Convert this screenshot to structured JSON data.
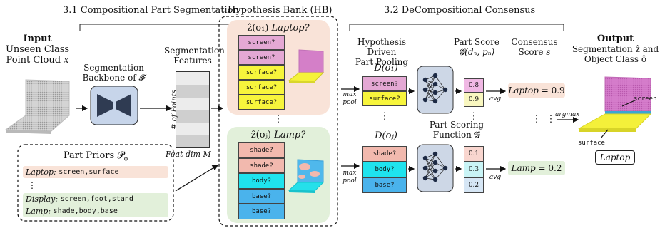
{
  "colors": {
    "pink": "#e4a8d4",
    "yellow": "#f7f53c",
    "salmon": "#f2b9ae",
    "cyan": "#1fe3ee",
    "blue": "#4ab3ec",
    "laptop_bg": "#f9e3d8",
    "lamp_bg": "#e2f0da",
    "backbone": "#c7d5ea",
    "mlp": "#cdd7e6",
    "score_yellow": "#f9f7c0",
    "score_blue": "#d6e6f5"
  },
  "sections": {
    "seg_title": "3.1 Compositional Part Segmentation",
    "bank_title": "Hypothesis Bank (HB)",
    "consensus_title": "3.2 DeCompositional Consensus"
  },
  "input": {
    "title": "Input",
    "line1": "Unseen Class",
    "line2": "Point Cloud",
    "var": "x"
  },
  "backbone": {
    "line1": "Segmentation",
    "line2": "Backbone of",
    "sym": "𝓕"
  },
  "features": {
    "line1": "Segmentation",
    "line2": "Features",
    "yaxis": "# of Points",
    "xaxis": "Feat dim",
    "xvar": "M"
  },
  "priors": {
    "title": "Part Priors",
    "sym": "𝓟",
    "sub": "o",
    "laptop_label": "Laptop:",
    "laptop_parts": "screen,surface",
    "dots": "⋮",
    "display_label": "Display:",
    "display_parts": "screen,foot,stand",
    "lamp_label": "Lamp:",
    "lamp_parts": "shade,body,base"
  },
  "bank": {
    "laptop_hyp": "ẑ(o₁)",
    "laptop_name": "Laptop?",
    "laptop_cells": [
      "screen?",
      "screen?",
      "surface?",
      "surface?",
      "surface?"
    ],
    "dots": "⋮",
    "lamp_hyp": "ẑ(oⱼ)",
    "lamp_name": "Lamp?",
    "lamp_cells": [
      "shade?",
      "shade?",
      "body?",
      "base?",
      "base?"
    ]
  },
  "pooling": {
    "title1": "Hypothesis Driven",
    "title2": "Part Pooling",
    "d1": "D(o₁)",
    "d1_cells": [
      "screen?",
      "surface?"
    ],
    "dots": "⋮",
    "dj": "D(oⱼ)",
    "dj_cells": [
      "shade?",
      "body?",
      "base?"
    ],
    "max": "max",
    "pool": "pool"
  },
  "part_score": {
    "title": "Part Score",
    "formula": "𝓖(dₙ, pₙ)",
    "top_values": [
      "0.8",
      "0.9"
    ],
    "bottom_values": [
      "0.1",
      "0.3",
      "0.2"
    ],
    "dots": "⋮",
    "func1": "Part Scoring",
    "func2": "Function",
    "func_sym": "𝓖",
    "avg": "avg"
  },
  "consensus": {
    "title1": "Consensus",
    "title2": "Score",
    "var": "s",
    "laptop": "Laptop",
    "laptop_val": "= 0.9",
    "dots": "⋮",
    "lamp": "Lamp",
    "lamp_val": "= 0.2"
  },
  "output": {
    "title": "Output",
    "line1": "Segmentation ẑ and",
    "line2": "Object Class ô",
    "argmax": "argmax",
    "screen_label": "screen",
    "surface_label": "surface",
    "class_label": "Laptop",
    "dots": "⋮"
  }
}
